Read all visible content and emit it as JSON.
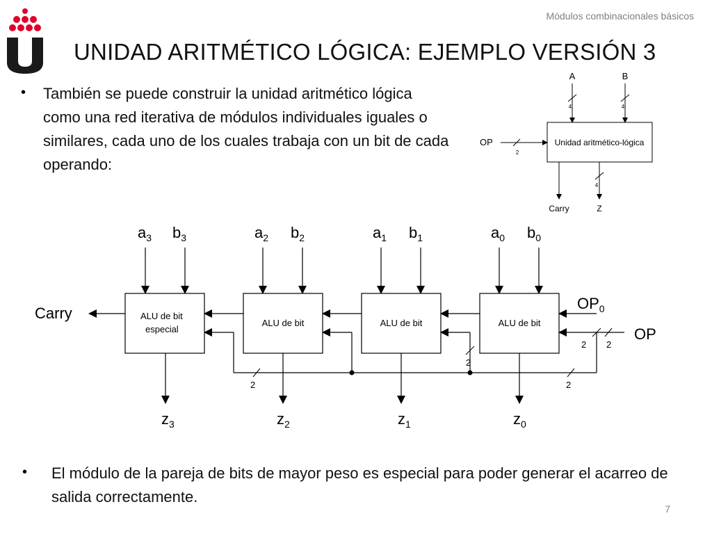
{
  "header": {
    "note": "Módulos combinacionales básicos"
  },
  "title": "UNIDAD ARITMÉTICO LÓGICA: EJEMPLO VERSIÓN 3",
  "bullets": [
    "También se puede construir la unidad aritmético lógica como una red iterativa de módulos individuales iguales o similares, cada uno de los cuales trabaja con un bit de cada operando:",
    "El módulo de la pareja de bits de mayor peso es especial para poder generar el acarreo de salida correctamente."
  ],
  "bullet_symbol": "•",
  "page_number": "7",
  "colors": {
    "logo_red": "#e0002a",
    "logo_dark": "#1a1a1a",
    "line": "#000000"
  },
  "small_diagram": {
    "input_a": "A",
    "input_b": "B",
    "bus_width_a": "4",
    "bus_width_b": "4",
    "op_label": "OP",
    "op_width": "2",
    "block_label": "Unidad aritmético-lógica",
    "carry_label": "Carry",
    "z_label": "Z",
    "z_width": "4"
  },
  "main_diagram": {
    "inputs": [
      {
        "a": "a",
        "a_sub": "3",
        "b": "b",
        "b_sub": "3"
      },
      {
        "a": "a",
        "a_sub": "2",
        "b": "b",
        "b_sub": "2"
      },
      {
        "a": "a",
        "a_sub": "1",
        "b": "b",
        "b_sub": "1"
      },
      {
        "a": "a",
        "a_sub": "0",
        "b": "b",
        "b_sub": "0"
      }
    ],
    "blocks": [
      {
        "line1": "ALU de bit",
        "line2": "especial"
      },
      {
        "line1": "ALU de bit",
        "line2": ""
      },
      {
        "line1": "ALU de bit",
        "line2": ""
      },
      {
        "line1": "ALU de bit",
        "line2": ""
      }
    ],
    "outputs": [
      {
        "z": "z",
        "sub": "3"
      },
      {
        "z": "z",
        "sub": "2"
      },
      {
        "z": "z",
        "sub": "1"
      },
      {
        "z": "z",
        "sub": "0"
      }
    ],
    "carry_label": "Carry",
    "op0_label": "OP",
    "op0_sub": "0",
    "op_label": "OP",
    "bus_widths": [
      "2",
      "2",
      "2",
      "2",
      "2"
    ]
  }
}
